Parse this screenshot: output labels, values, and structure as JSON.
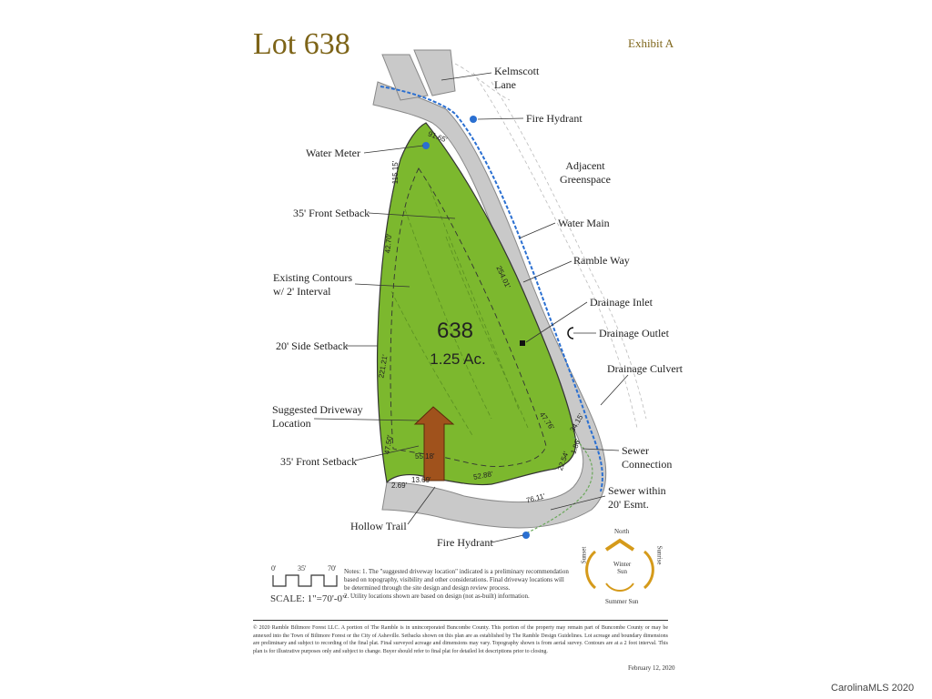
{
  "title": "Lot 638",
  "exhibit": "Exhibit A",
  "lot": {
    "number": "638",
    "area": "1.25 Ac."
  },
  "labels": {
    "kelmscott_lane": "Kelmscott\nLane",
    "fire_hydrant_top": "Fire Hydrant",
    "water_meter": "Water Meter",
    "adjacent_greenspace": "Adjacent\nGreenspace",
    "front_setback_top": "35' Front Setback",
    "water_main": "Water Main",
    "ramble_way": "Ramble Way",
    "existing_contours": "Existing Contours\nw/ 2' Interval",
    "drainage_inlet": "Drainage Inlet",
    "drainage_outlet": "Drainage Outlet",
    "side_setback": "20' Side Setback",
    "drainage_culvert": "Drainage Culvert",
    "suggested_driveway": "Suggested Driveway\nLocation",
    "front_setback_bottom": "35' Front Setback",
    "sewer_connection": "Sewer\nConnection",
    "sewer_within": "Sewer within\n20' Esmt.",
    "hollow_trail": "Hollow Trail",
    "fire_hydrant_bottom": "Fire Hydrant"
  },
  "dimensions": {
    "d1": "91.65'",
    "d2": "115.15'",
    "d3": "42.70'",
    "d4": "254.01'",
    "d5": "221.21'",
    "d6": "47.76'",
    "d7": "34.15'",
    "d8": "47.50'",
    "d9": "55.18'",
    "d10": "1.86'",
    "d11": "22.54'",
    "d12": "2.69'",
    "d13": "13.69'",
    "d14": "52.88'",
    "d15": "76.11'"
  },
  "scale": {
    "t0": "0'",
    "t1": "35'",
    "t2": "70'",
    "label": "SCALE: 1\"=70'-0\""
  },
  "notes": {
    "head": "Notes:",
    "n1": "1. The \"suggested driveway location\" indicated is a preliminary recommendation based on topography, visibility and other considerations. Final driveway locations will be determined through the site design and design review process.",
    "n2": "2. Utility locations shown are based on design (not as-built) information."
  },
  "sun": {
    "north": "North",
    "sunset": "Sunset",
    "sunrise": "Sunrise",
    "winter": "Winter\nSun",
    "summer": "Summer Sun"
  },
  "footer": "© 2020 Ramble Biltmore Forest LLC. A portion of The Ramble is in unincorporated Buncombe County. This portion of the property may remain part of Buncombe County or may be annexed into the Town of Biltmore Forest or the City of Asheville. Setbacks shown on this plan are as established by The Ramble Design Guidelines. Lot acreage and boundary dimensions are preliminary and subject to recording of the final plat. Final surveyed acreage and dimensions may vary. Topography shown is from aerial survey. Contours are at a 2 foot interval. This plan is for illustrative purposes only and subject to change. Buyer should refer to final plat for detailed lot descriptions prior to closing.",
  "date": "February 12, 2020",
  "watermark": "CarolinaMLS 2020",
  "colors": {
    "lot_fill": "#7cb82e",
    "road": "#c9c9c9",
    "water": "#2a6fd1",
    "driveway": "#a0521c",
    "title": "#7d6418"
  }
}
